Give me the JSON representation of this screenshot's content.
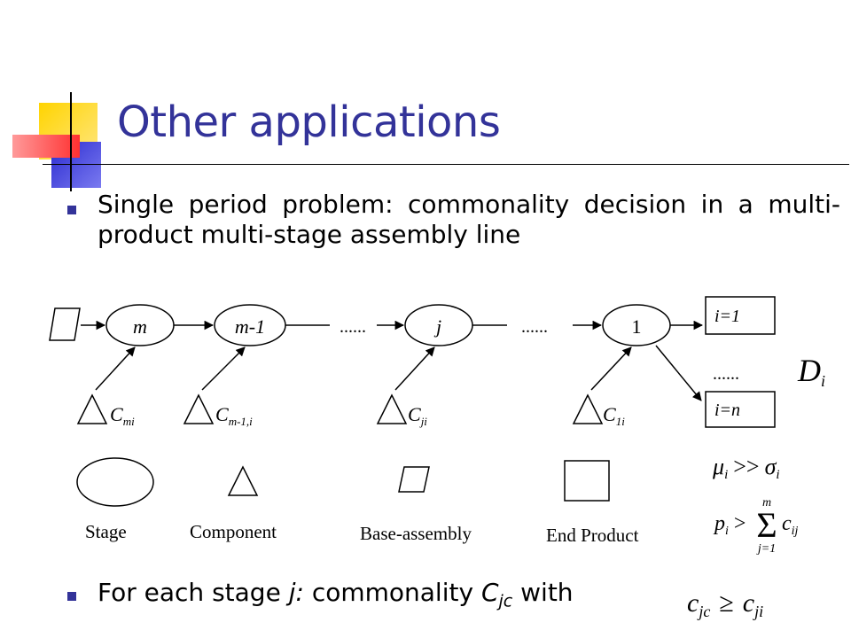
{
  "title": "Other applications",
  "bullets": [
    {
      "text": "Single period problem: commonality decision in a multi-product multi-stage assembly line"
    },
    {
      "prefix": "For each stage ",
      "j": "j:",
      "mid": " commonality ",
      "c": "C",
      "c_sub": "jc",
      "suffix": " with"
    }
  ],
  "diagram": {
    "stages": [
      "m",
      "m-1",
      "j",
      "1"
    ],
    "dots_1": "......",
    "dots_2": "......",
    "components": [
      {
        "main": "C",
        "sub": "mi"
      },
      {
        "main": "C",
        "sub": "m-1,i"
      },
      {
        "main": "C",
        "sub": "ji"
      },
      {
        "main": "C",
        "sub": "1i"
      }
    ],
    "products": {
      "top": "i=1",
      "dots": "......",
      "bottom": "i=n"
    },
    "demand": {
      "main": "D",
      "sub": "i"
    }
  },
  "legend": {
    "stage": "Stage",
    "component": "Component",
    "base": "Base-assembly",
    "end": "End Product"
  },
  "formulas": {
    "f1": {
      "mu": "μ",
      "sub1": "i",
      "op": ">>",
      "sigma": "σ",
      "sub2": "i"
    },
    "f2": {
      "p": "p",
      "sub_p": "i",
      "op": ">",
      "sum": "Σ",
      "upper": "m",
      "lower": "j=1",
      "c": "c",
      "sub_c": "ij"
    },
    "f3": {
      "c1": "c",
      "sub1": "jc",
      "op": "≥",
      "c2": "c",
      "sub2": "ji"
    }
  },
  "colors": {
    "title": "#333399",
    "bullet": "#333399",
    "yellow": "#ffcc00",
    "red": "#ff3333",
    "blue": "#3333cc"
  }
}
